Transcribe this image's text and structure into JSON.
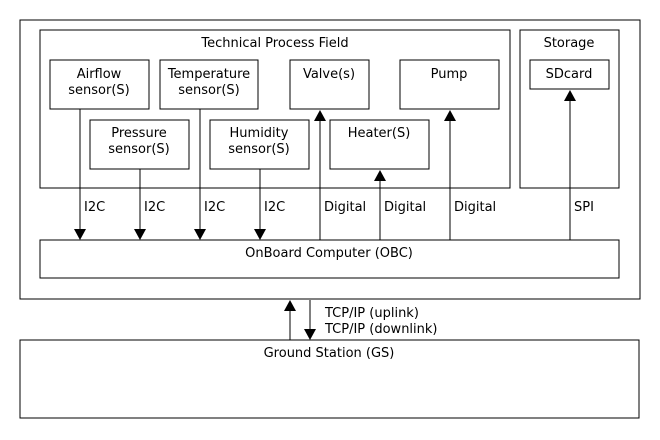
{
  "field": {
    "title": "Technical Process Field"
  },
  "storage": {
    "title": "Storage",
    "sdcard": "SDcard"
  },
  "sensors": {
    "airflow": [
      "Airflow",
      "sensor(S)"
    ],
    "temperature": [
      "Temperature",
      "sensor(S)"
    ],
    "pressure": [
      "Pressure",
      "sensor(S)"
    ],
    "humidity": [
      "Humidity",
      "sensor(S)"
    ]
  },
  "actuators": {
    "valve": "Valve(s)",
    "pump": "Pump",
    "heater": "Heater(S)"
  },
  "obc": {
    "label": "OnBoard Computer (OBC)"
  },
  "ground": {
    "label": "Ground Station (GS)"
  },
  "buses": {
    "i2c": "I2C",
    "digital": "Digital",
    "spi": "SPI",
    "uplink": "TCP/IP (uplink)",
    "downlink": "TCP/IP (downlink)"
  }
}
